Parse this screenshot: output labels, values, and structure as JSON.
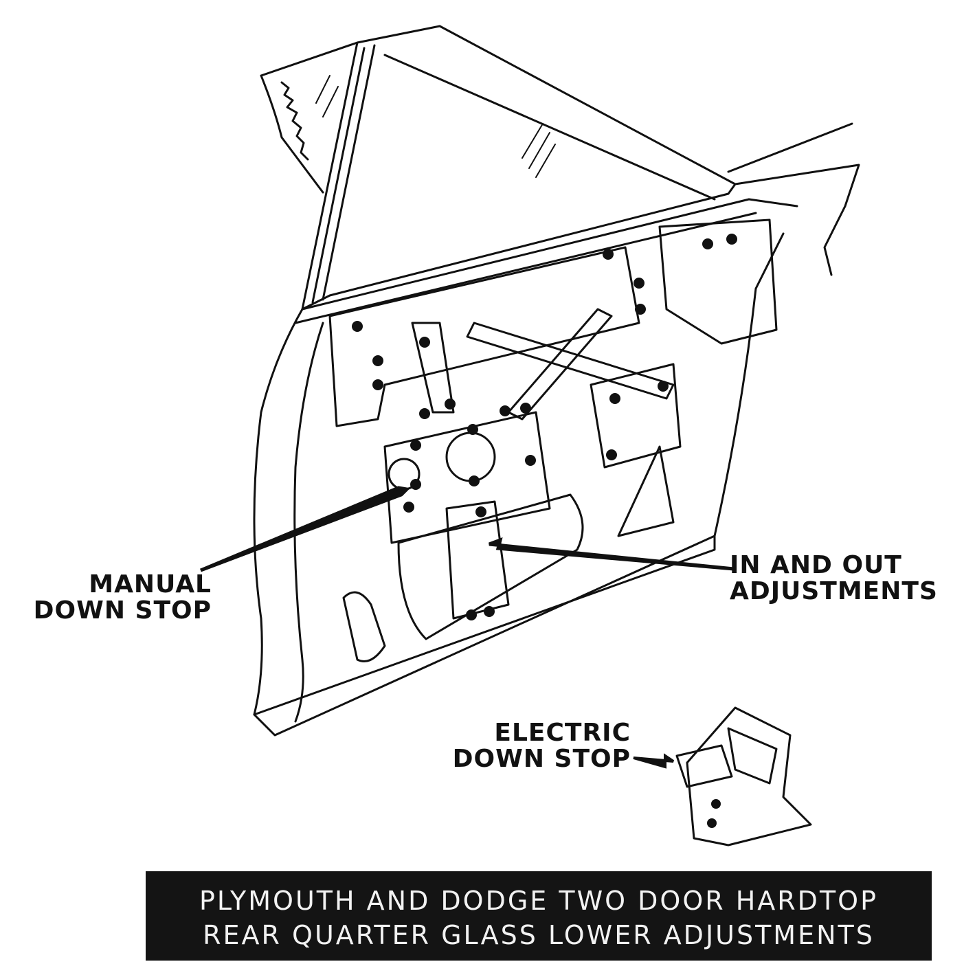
{
  "labels": {
    "manual_down_stop": [
      "MANUAL",
      "DOWN STOP"
    ],
    "in_and_out": [
      "IN AND OUT",
      "ADJUSTMENTS"
    ],
    "electric_down_stop": [
      "ELECTRIC",
      "DOWN STOP"
    ]
  },
  "caption": [
    "PLYMOUTH AND DODGE TWO DOOR HARDTOP",
    "REAR QUARTER GLASS LOWER ADJUSTMENTS"
  ],
  "colors": {
    "ink": "#111111",
    "caption_bg": "#141414",
    "caption_text": "#f2f2f2"
  }
}
